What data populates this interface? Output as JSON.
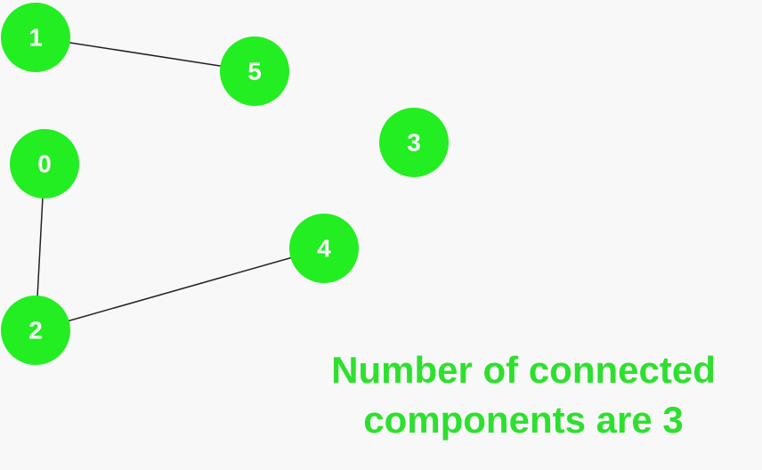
{
  "colors": {
    "background": "#f8f8f8",
    "node_fill": "#22ee22",
    "node_label": "#ffffff",
    "edge": "#222222",
    "caption": "#2ee02e"
  },
  "graph": {
    "nodes": [
      {
        "id": "0",
        "label": "0"
      },
      {
        "id": "1",
        "label": "1"
      },
      {
        "id": "2",
        "label": "2"
      },
      {
        "id": "3",
        "label": "3"
      },
      {
        "id": "4",
        "label": "4"
      },
      {
        "id": "5",
        "label": "5"
      }
    ],
    "edges": [
      {
        "from": "1",
        "to": "5"
      },
      {
        "from": "0",
        "to": "2"
      },
      {
        "from": "2",
        "to": "4"
      }
    ]
  },
  "caption": {
    "line1": "Number of connected",
    "line2": "components are 3"
  }
}
